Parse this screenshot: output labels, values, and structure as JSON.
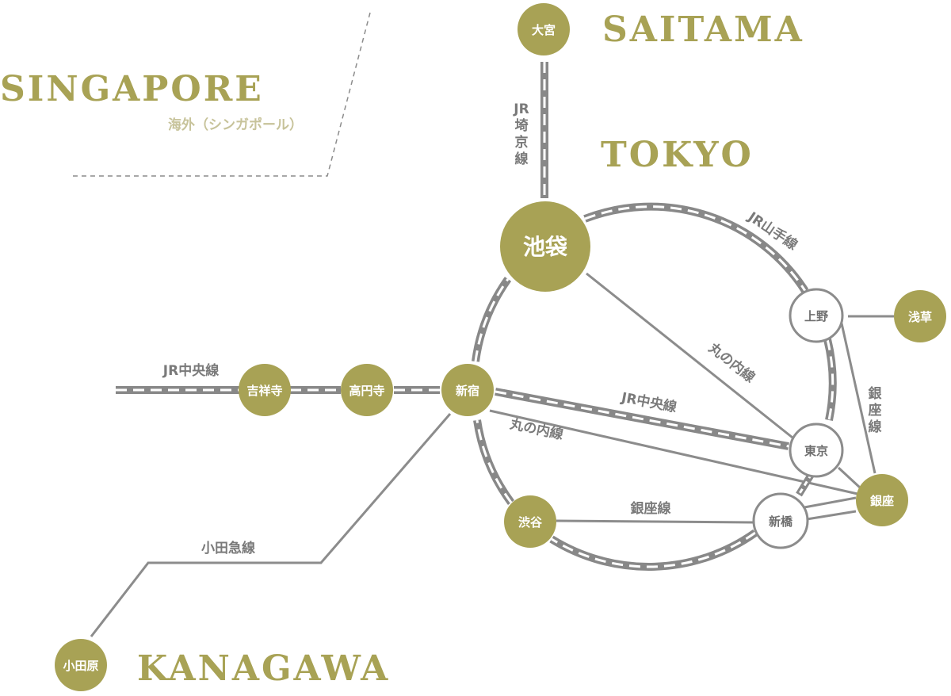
{
  "regions": {
    "singapore": "SINGAPORE",
    "singapore_sub": "海外（シンガポール）",
    "saitama": "SAITAMA",
    "tokyo": "TOKYO",
    "kanagawa": "KANAGAWA"
  },
  "lines": {
    "saikyo": [
      "JR",
      "埼",
      "京",
      "線"
    ],
    "yamanote": "JR山手線",
    "chuo_west": "JR中央線",
    "chuo_east": "JR中央線",
    "marunouchi_1": "丸の内線",
    "marunouchi_2": "丸の内線",
    "ginza_1": "銀座線",
    "ginza_2": [
      "銀",
      "座",
      "線"
    ],
    "odakyu": "小田急線"
  },
  "stations": {
    "omiya": "大宮",
    "ikebukuro": "池袋",
    "ueno": "上野",
    "asakusa": "浅草",
    "kichijoji": "吉祥寺",
    "koenji": "高円寺",
    "shinjuku": "新宿",
    "tokyo": "東京",
    "ginza": "銀座",
    "shibuya": "渋谷",
    "shimbashi": "新橋",
    "odawara": "小田原"
  },
  "colors": {
    "olive": "#a8a255",
    "gray_line": "#8c8c8c",
    "rail_dark": "#888888",
    "white": "#ffffff"
  }
}
